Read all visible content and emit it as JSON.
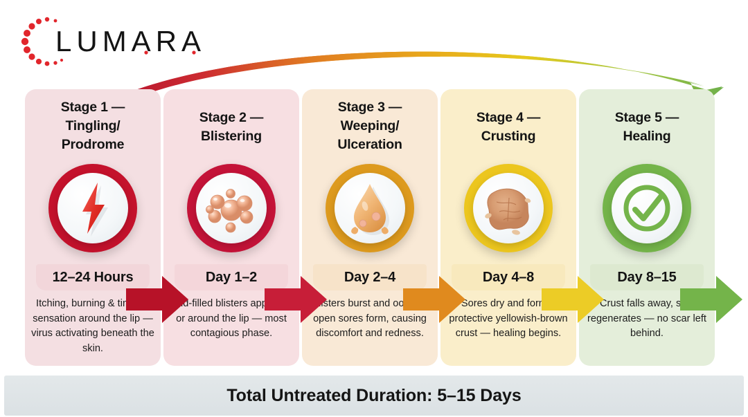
{
  "brand": {
    "name": "LUMARA",
    "dot_color": "#e1262c",
    "word_color": "#141414"
  },
  "arc": {
    "stops": [
      "#b4122f",
      "#d33a33",
      "#e07a22",
      "#e8a81b",
      "#e6c91d",
      "#a8c843",
      "#74b44a"
    ]
  },
  "stages": [
    {
      "title": "Stage 1 —\nTingling/\nProdrome",
      "duration": "12–24 Hours",
      "description": "Itching, burning & tingling sensation around the lip — virus activating beneath the skin.",
      "icon": "lightning-bolt-icon",
      "ring_color": "#c4122c",
      "card_bg": "#f4dfe2",
      "pill_bg": "#f2d6da",
      "arrow_color": "#b71228"
    },
    {
      "title": "Stage 2 —\nBlistering",
      "duration": "Day 1–2",
      "description": "Fluid-filled blisters appear on or around the lip — most contagious phase.",
      "icon": "blister-cluster-icon",
      "ring_color": "#c41338",
      "card_bg": "#f7dfe2",
      "pill_bg": "#f4d6da",
      "arrow_color": "#c71e38"
    },
    {
      "title": "Stage 3 —\nWeeping/\nUlceration",
      "duration": "Day 2–4",
      "description": "Blisters burst and ooze — open sores form, causing discomfort and redness.",
      "icon": "droplet-icon",
      "ring_color": "#dd9a1e",
      "card_bg": "#f9e9d6",
      "pill_bg": "#f7e3c9",
      "arrow_color": "#e08a1e"
    },
    {
      "title": "Stage 4 —\nCrusting",
      "duration": "Day 4–8",
      "description": "Sores dry and form a protective yellowish-brown crust — healing begins.",
      "icon": "crust-scab-icon",
      "ring_color": "#ecc61e",
      "card_bg": "#faeeca",
      "pill_bg": "#f8e9bd",
      "arrow_color": "#eccc26"
    },
    {
      "title": "Stage 5 —\nHealing",
      "duration": "Day 8–15",
      "description": "Crust falls away, skin regenerates — no scar left behind.",
      "icon": "check-circle-icon",
      "ring_color": "#74b44a",
      "card_bg": "#e4eeda",
      "pill_bg": "#dde9d0",
      "arrow_color": "#74b44a"
    }
  ],
  "footer": {
    "text": "Total Untreated Duration: 5–15 Days",
    "bg": "#e3e8ea"
  }
}
